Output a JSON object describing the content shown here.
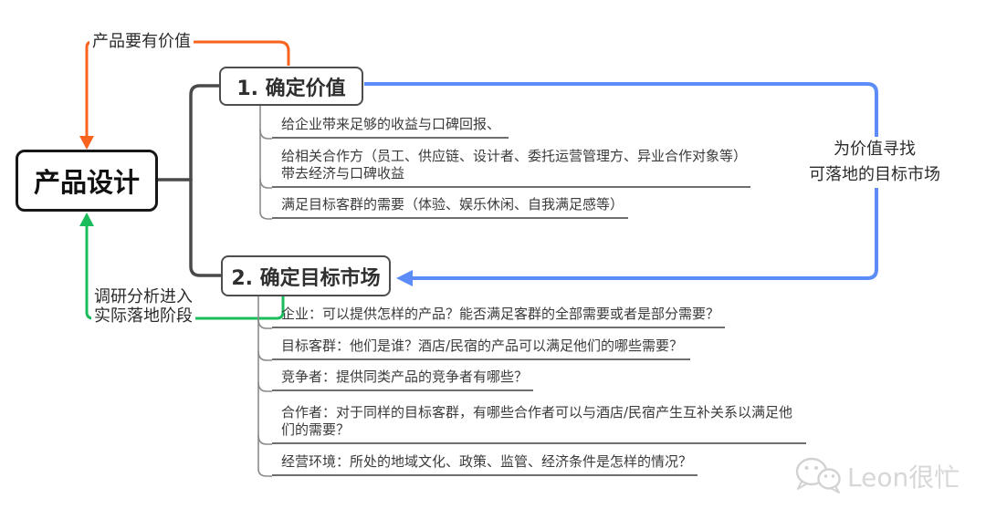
{
  "root": {
    "label": "产品设计"
  },
  "branches": [
    {
      "label": "1. 确定价值",
      "children": [
        {
          "text": "给企业带来足够的收益与口碑回报、"
        },
        {
          "text": "给相关合作方（员工、供应链、设计者、委托运营管理方、异业合作对象等）带去经济与口碑收益"
        },
        {
          "text": "满足目标客群的需要（体验、娱乐休闲、自我满足感等）"
        }
      ]
    },
    {
      "label": "2. 确定目标市场",
      "children": [
        {
          "text": "企业：可以提供怎样的产品？能否满足客群的全部需要或者是部分需要？"
        },
        {
          "text": "目标客群：他们是谁？酒店/民宿的产品可以满足他们的哪些需要？"
        },
        {
          "text": "竞争者：提供同类产品的竞争者有哪些？"
        },
        {
          "text": "合作者：对于同样的目标客群，有哪些合作者可以与酒店/民宿产生互补关系以满足他们的需要？"
        },
        {
          "text": "经营环境：所处的地域文化、政策、监管、经济条件是怎样的情况？"
        }
      ]
    }
  ],
  "annotations": {
    "top": {
      "text": "产品要有价值",
      "color": "#f9631d"
    },
    "left": {
      "line1": "调研分析进入",
      "line2": "实际落地阶段",
      "color": "#1bbc5b"
    },
    "right": {
      "line1": "为价值寻找",
      "line2": "可落地的目标市场",
      "color": "#5b8cf8"
    }
  },
  "watermark": {
    "text": "Leon很忙"
  },
  "colors": {
    "branch_line": "#4a4a4a",
    "child_line": "#8a8a8a",
    "underline": "#6e6e6e",
    "orange": "#f9631d",
    "green": "#1bbc5b",
    "blue": "#5b8cf8"
  }
}
